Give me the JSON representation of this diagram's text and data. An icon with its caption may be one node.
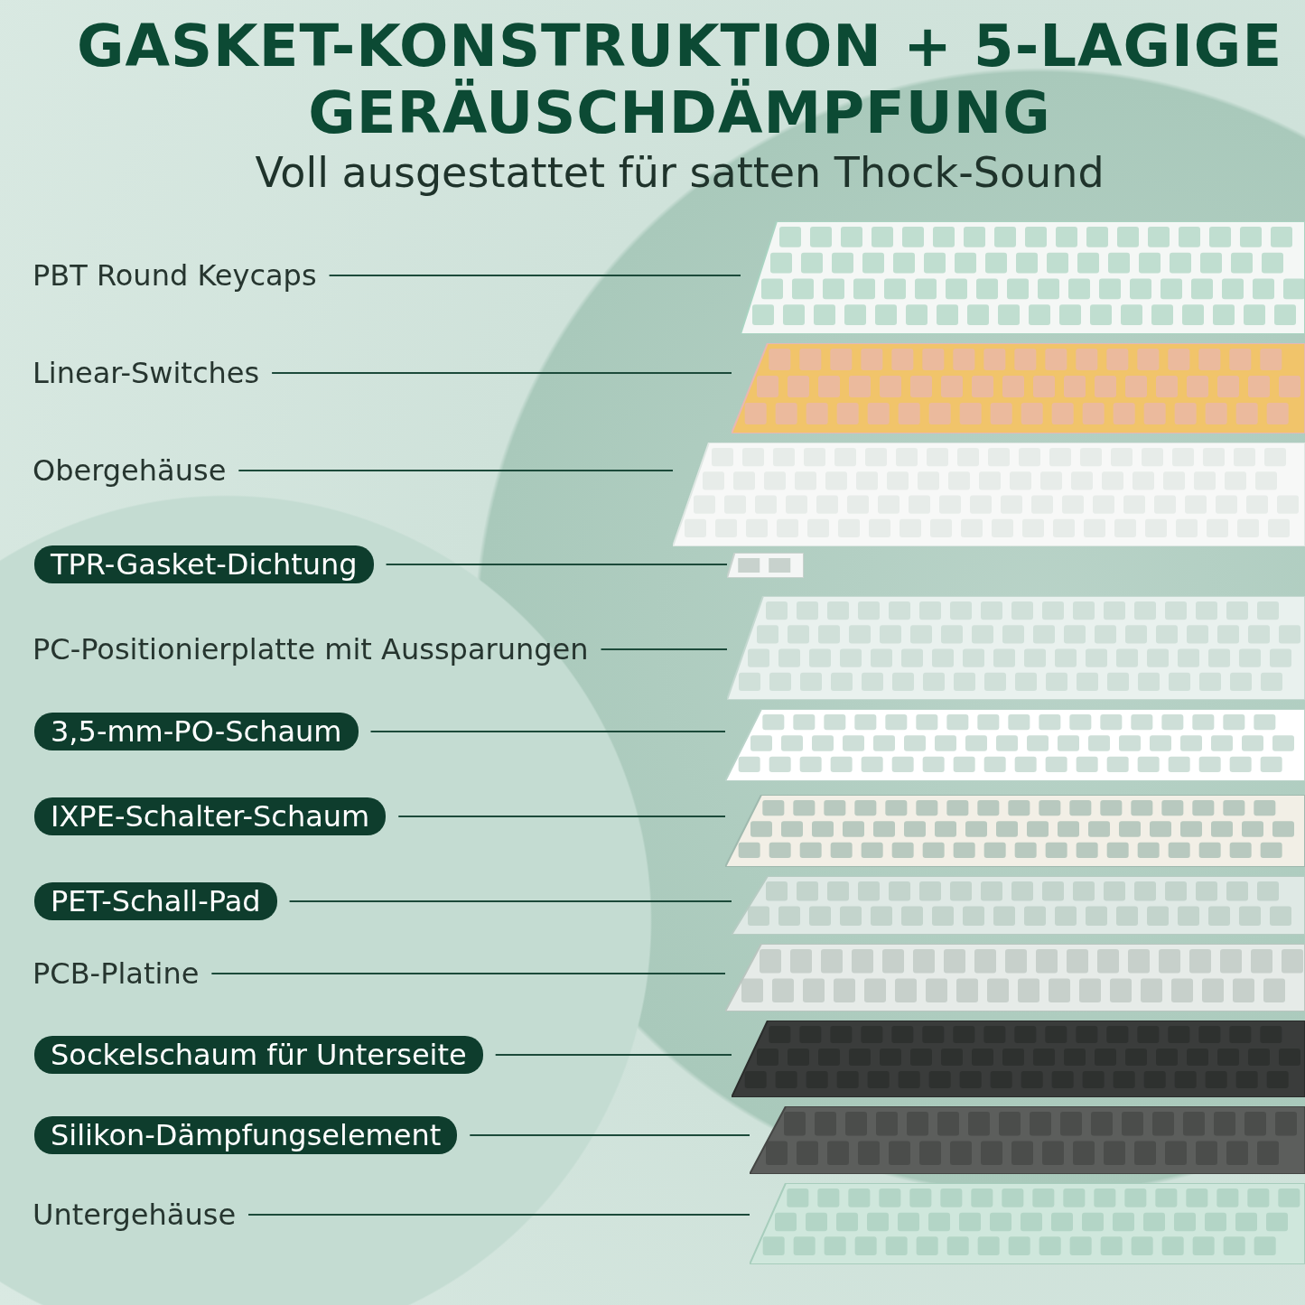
{
  "diagram": {
    "title": "GASKET-KONSTRUKTION + 5-LAGIGE GERÄUSCHDÄMPFUNG",
    "nodes": [
      {
        "text": [
          "PBT Round Keycaps"
        ]
      },
      {
        "text": [
          "Linear-Switches"
        ]
      },
      {
        "text": [
          "Obergehäuse"
        ]
      },
      {
        "text": [
          "TPR-Gasket-Dichtung"
        ]
      },
      {
        "text": [
          "PC-Positionierplatte mit Aussparungen"
        ]
      },
      {
        "text": [
          "3,5-mm-PO-Schaum"
        ]
      },
      {
        "text": [
          "IXPE-Schalter-Schaum"
        ]
      },
      {
        "text": [
          "PET-Schall-Pad"
        ]
      },
      {
        "text": [
          "PCB-Platine"
        ]
      },
      {
        "text": [
          "Sockelschaum für Unterseite"
        ]
      },
      {
        "text": [
          "Silikon-Dämpfungselement"
        ]
      },
      {
        "text": [
          "Untergehäuse"
        ]
      },
      {
        "text": [],
        "shape": "picture"
      },
      {
        "text": [],
        "shape": "picture"
      },
      {
        "text": [],
        "shape": "picture"
      },
      {
        "text": [],
        "shape": "picture"
      },
      {
        "text": [],
        "shape": "picture"
      },
      {
        "text": [],
        "shape": "picture"
      },
      {
        "text": [],
        "shape": "picture"
      },
      {
        "text": [],
        "shape": "picture"
      },
      {
        "text": [],
        "shape": "picture"
      },
      {
        "text": [],
        "shape": "picture"
      },
      {
        "text": [],
        "shape": "picture"
      },
      {
        "text": [],
        "shape": "picture"
      }
    ],
    "edges": [
      {
        "from": 0,
        "to": 12,
        "arrow": "none"
      },
      {
        "from": 1,
        "to": 13,
        "arrow": "none"
      },
      {
        "from": 2,
        "to": 14,
        "arrow": "none"
      },
      {
        "from": 3,
        "to": 15,
        "arrow": "none"
      },
      {
        "from": 4,
        "to": 16,
        "arrow": "none"
      },
      {
        "from": 5,
        "to": 17,
        "arrow": "none"
      },
      {
        "from": 6,
        "to": 18,
        "arrow": "none"
      },
      {
        "from": 7,
        "to": 19,
        "arrow": "none"
      },
      {
        "from": 8,
        "to": 20,
        "arrow": "none"
      },
      {
        "from": 9,
        "to": 21,
        "arrow": "none"
      },
      {
        "from": 10,
        "to": 22,
        "arrow": "none"
      },
      {
        "from": 11,
        "to": 23,
        "arrow": "none"
      }
    ],
    "labels": [
      "Voll ausgestattet für satten Thock-Sound"
    ]
  }
}
